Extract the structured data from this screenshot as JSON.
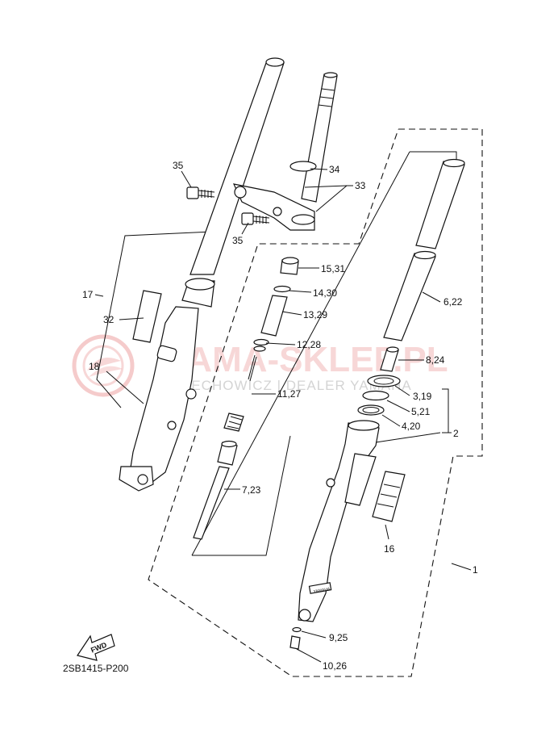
{
  "diagram_code": "2SB1415-P200",
  "fwd_label": "FWD",
  "brand_mark": "YAMAHA",
  "watermark": {
    "main": "YAMA-SKLEP.PL",
    "sub": "W.JECHOWICZ | DEALER YAMAHA",
    "color": "#e98b8b"
  },
  "callouts": [
    {
      "id": "35a",
      "text": "35"
    },
    {
      "id": "34",
      "text": "34"
    },
    {
      "id": "33",
      "text": "33"
    },
    {
      "id": "35b",
      "text": "35"
    },
    {
      "id": "15_31",
      "text": "15,31"
    },
    {
      "id": "14_30",
      "text": "14,30"
    },
    {
      "id": "13_29",
      "text": "13,29"
    },
    {
      "id": "12_28",
      "text": "12,28"
    },
    {
      "id": "11_27",
      "text": "11,27"
    },
    {
      "id": "7_23",
      "text": "7,23"
    },
    {
      "id": "17",
      "text": "17"
    },
    {
      "id": "32",
      "text": "32"
    },
    {
      "id": "18",
      "text": "18"
    },
    {
      "id": "6_22",
      "text": "6,22"
    },
    {
      "id": "8_24",
      "text": "8,24"
    },
    {
      "id": "3_19",
      "text": "3,19"
    },
    {
      "id": "5_21",
      "text": "5,21"
    },
    {
      "id": "4_20",
      "text": "4,20"
    },
    {
      "id": "2",
      "text": "2"
    },
    {
      "id": "16",
      "text": "16"
    },
    {
      "id": "1",
      "text": "1"
    },
    {
      "id": "9_25",
      "text": "9,25"
    },
    {
      "id": "10_26",
      "text": "10,26"
    }
  ]
}
